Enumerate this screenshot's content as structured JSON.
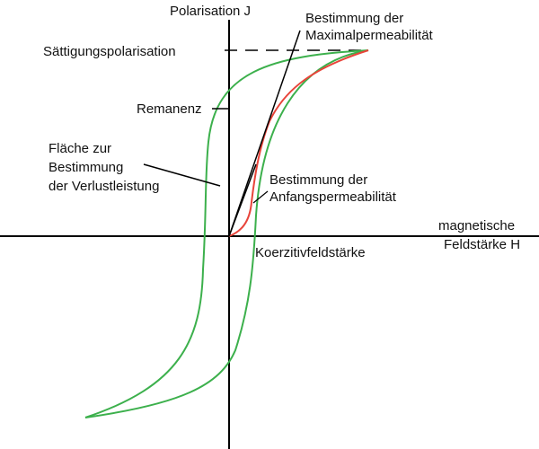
{
  "labels": {
    "y_axis": "Polarisation J",
    "x_axis_line1": "magnetische",
    "x_axis_line2": "Feldstärke H",
    "saturation": "Sättigungspolarisation",
    "remanence": "Remanenz",
    "coercivity": "Koerzitivfeldstärke",
    "max_perm_line1": "Bestimmung der",
    "max_perm_line2": "Maximalpermeabilität",
    "init_perm_line1": "Bestimmung der",
    "init_perm_line2": "Anfangspermeabilität",
    "area_line1": "Fläche zur",
    "area_line2": "Bestimmung",
    "area_line3": "der Verlustleistung"
  },
  "colors": {
    "hysteresis_loop": "#3cb04c",
    "initial_curve": "#e8443a",
    "axes": "#000000",
    "leaders": "#000000"
  }
}
